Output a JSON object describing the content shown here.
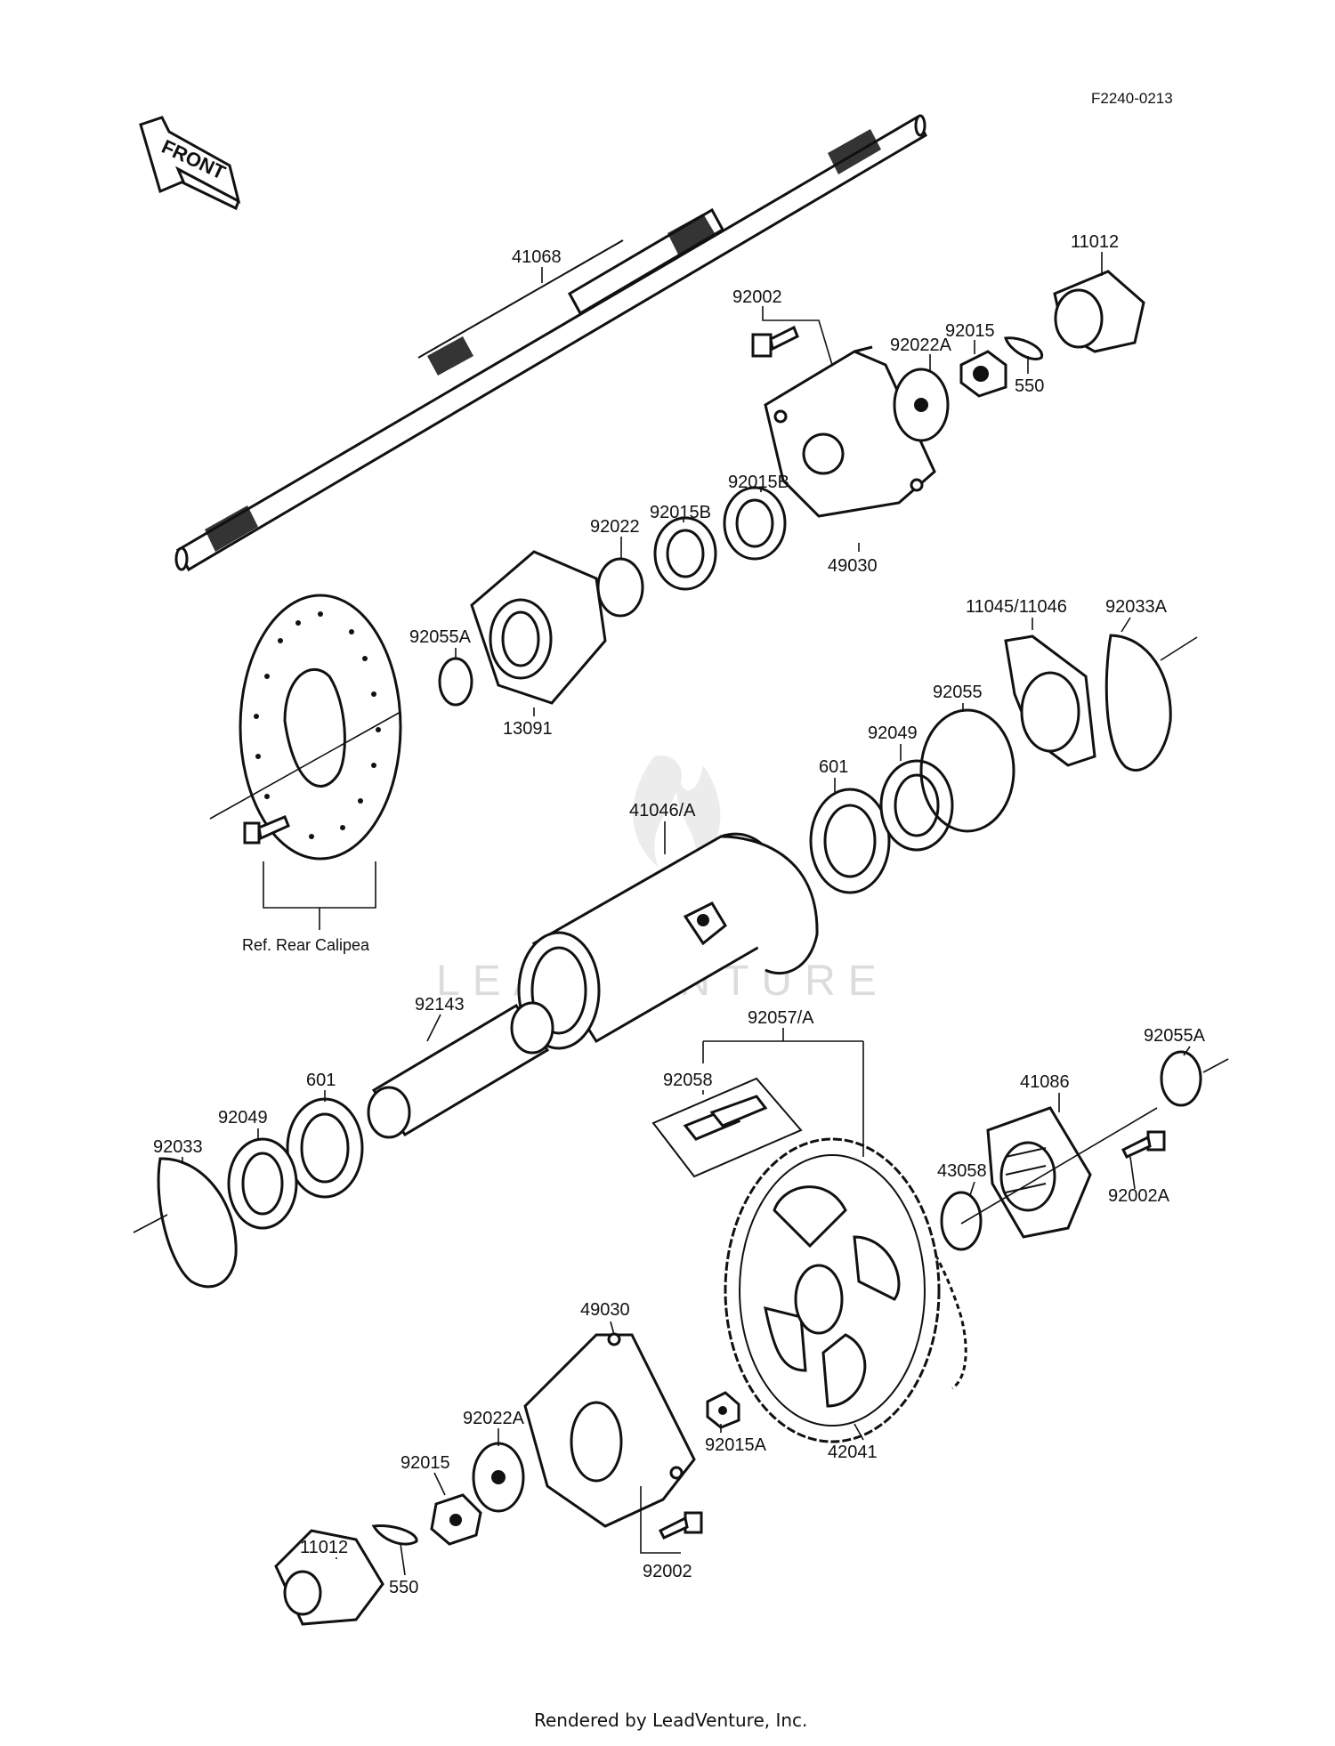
{
  "diagram_code": "F2240-0213",
  "front_arrow_text": "FRONT",
  "watermark_text": "LEADVENTURE",
  "footer_text": "Rendered by LeadVenture, Inc.",
  "ref_label": "Ref. Rear Calipea",
  "labels": {
    "p41068": "41068",
    "p11012_top": "11012",
    "p92002_top": "92002",
    "p92015_top": "92015",
    "p92022A_top": "92022A",
    "p550_top": "550",
    "p92015B_1": "92015B",
    "p92015B_2": "92015B",
    "p92022": "92022",
    "p49030_top": "49030",
    "p92055A_left": "92055A",
    "p13091": "13091",
    "p11045": "11045/11046",
    "p92033A": "92033A",
    "p92055": "92055",
    "p92049_right": "92049",
    "p601_right": "601",
    "p41046": "41046/A",
    "p92143": "92143",
    "p601_left": "601",
    "p92049_left": "92049",
    "p92033": "92033",
    "p92057": "92057/A",
    "p92058": "92058",
    "p41086": "41086",
    "p92055A_right": "92055A",
    "p43058": "43058",
    "p92002A": "92002A",
    "p49030_bottom": "49030",
    "p92022A_bottom": "92022A",
    "p92015_bottom": "92015",
    "p11012_bottom": "11012",
    "p550_bottom": "550",
    "p92002_bottom": "92002",
    "p92015A": "92015A",
    "p42041": "42041"
  }
}
